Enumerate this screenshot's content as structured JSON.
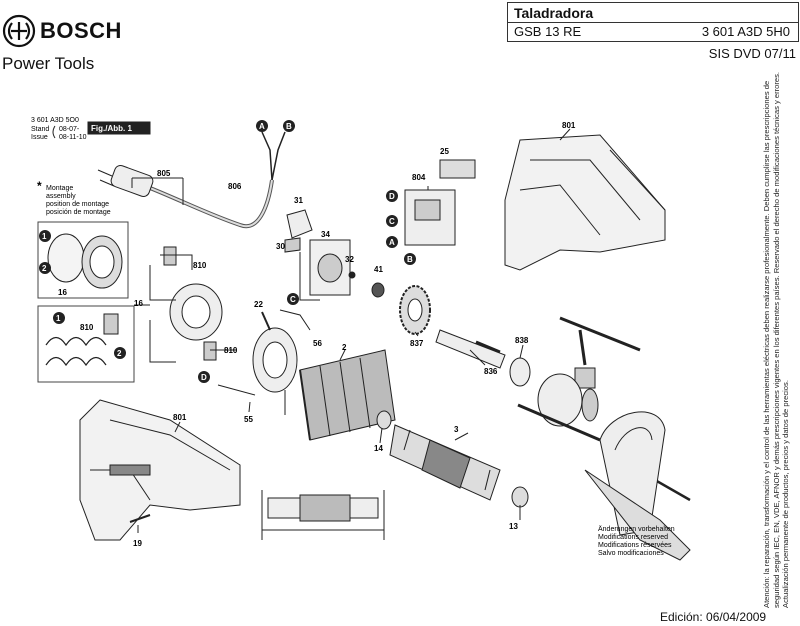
{
  "header": {
    "brand": "BOSCH",
    "brand_icon": "bosch-armature-logo-icon",
    "section": "Power Tools",
    "product_type": "Taladradora",
    "model": "GSB 13 RE",
    "part_number": "3 601 A3D 5H0",
    "document_ref": "SIS DVD 07/11"
  },
  "diagram": {
    "code": "3 601 A3D 5O0",
    "stand_label": "Stand",
    "issue_label": "Issue",
    "stand_date": "08-07-",
    "issue_date": "08-11-10",
    "figure_label": "Fig./Abb. 1",
    "montage_star": "*",
    "montage_lines": [
      "Montage",
      "assembly",
      "position de montage",
      "posición de montage"
    ],
    "part_labels": {
      "p801a": "801",
      "p801b": "801",
      "p805": "805",
      "p806": "806",
      "p804": "804",
      "p25": "25",
      "p31": "31",
      "p30": "30",
      "p34": "34",
      "p32": "32",
      "p41": "41",
      "p810a": "810",
      "p810b": "810",
      "p810c": "810",
      "p16a": "16",
      "p16b": "16",
      "p22": "22",
      "p56": "56",
      "p2": "2",
      "p55": "55",
      "p14": "14",
      "p3": "3",
      "p13": "13",
      "p837": "837",
      "p836": "836",
      "p838": "838",
      "p19": "19",
      "p1": "1",
      "p2c": "2"
    },
    "badges": {
      "a1": "A",
      "b1": "B",
      "d1": "D",
      "c1": "C",
      "a2": "A",
      "b2": "B",
      "c2": "C",
      "d2": "D",
      "n1": "1",
      "n2": "2",
      "n3": "1",
      "n4": "2"
    },
    "changes_notice": [
      "Änderungen vorbehalten",
      "Modifications reserved",
      "Modifications réservées",
      "Salvo modificaciones"
    ]
  },
  "legal_notice": "Atención: la reparación, transformación y el control de las herramientas eléctricas deben realizarse profesionalmente. Deben cumplirse las prescripciones de seguridad según IEC, EN, VDE, AFNOR y demás prescripciones vigentes en los diferentes países. Reservado el derecho de modificaciones técnicas y errores. Actualización permanente de productos, precios y datos de precios.",
  "footer": {
    "edition": "Edición: 06/04/2009"
  }
}
